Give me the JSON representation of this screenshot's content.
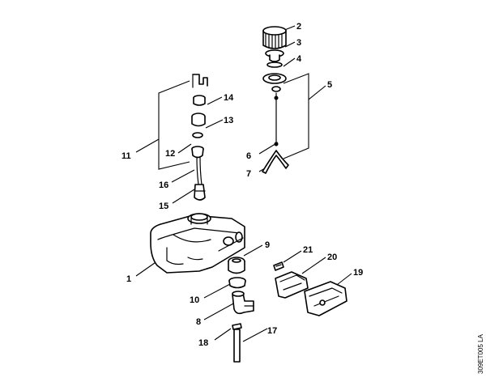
{
  "diagram": {
    "callouts": [
      {
        "id": "n1",
        "label": "1"
      },
      {
        "id": "n2",
        "label": "2"
      },
      {
        "id": "n3",
        "label": "3"
      },
      {
        "id": "n4",
        "label": "4"
      },
      {
        "id": "n5",
        "label": "5"
      },
      {
        "id": "n6",
        "label": "6"
      },
      {
        "id": "n7",
        "label": "7"
      },
      {
        "id": "n8",
        "label": "8"
      },
      {
        "id": "n9",
        "label": "9"
      },
      {
        "id": "n10",
        "label": "10"
      },
      {
        "id": "n11",
        "label": "11"
      },
      {
        "id": "n12",
        "label": "12"
      },
      {
        "id": "n13",
        "label": "13"
      },
      {
        "id": "n14",
        "label": "14"
      },
      {
        "id": "n15",
        "label": "15"
      },
      {
        "id": "n16",
        "label": "16"
      },
      {
        "id": "n17",
        "label": "17"
      },
      {
        "id": "n18",
        "label": "18"
      },
      {
        "id": "n19",
        "label": "19"
      },
      {
        "id": "n20",
        "label": "20"
      },
      {
        "id": "n21",
        "label": "21"
      }
    ],
    "drawing_code": "309ET005 LA"
  }
}
